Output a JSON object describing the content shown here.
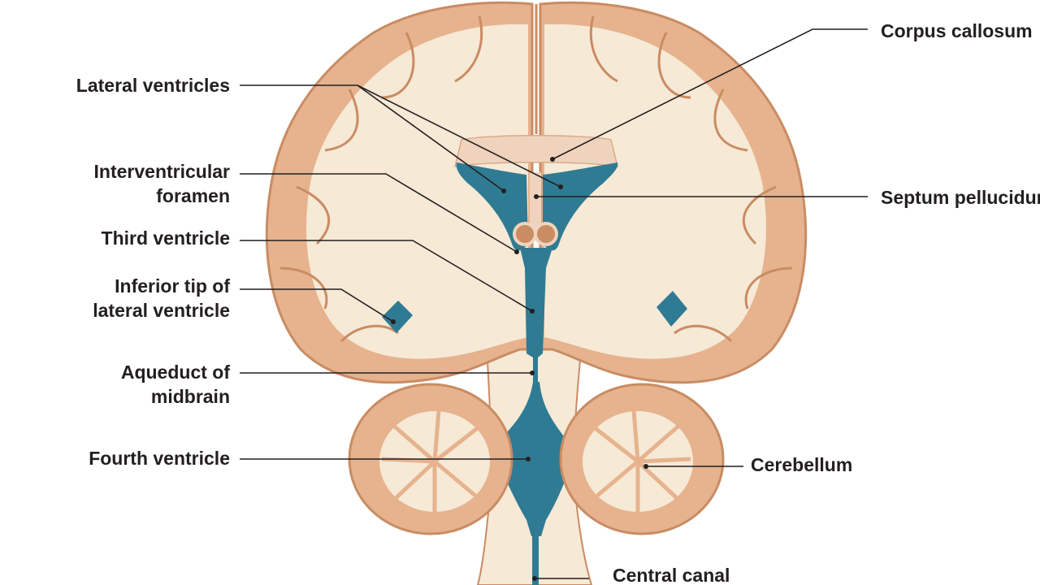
{
  "diagram": {
    "colors": {
      "gray_matter": "#e6b38e",
      "gray_matter_edge": "#c98c63",
      "white_matter": "#f6e9d6",
      "ventricle": "#2f7b93",
      "ventricle_light": "#5ea3b6",
      "corpus_callosum": "#efd3bd",
      "leader_line": "#231f20"
    },
    "labels": {
      "lateral_ventricles": "Lateral ventricles",
      "interventricular_1": "Interventricular",
      "interventricular_2": "foramen",
      "third_ventricle": "Third ventricle",
      "inferior_tip_1": "Inferior tip of",
      "inferior_tip_2": "lateral ventricle",
      "aqueduct_1": "Aqueduct of",
      "aqueduct_2": "midbrain",
      "fourth_ventricle": "Fourth ventricle",
      "corpus_callosum": "Corpus callosum",
      "septum_pellucidum": "Septum pellucidum",
      "cerebellum": "Cerebellum",
      "central_canal": "Central canal"
    }
  }
}
